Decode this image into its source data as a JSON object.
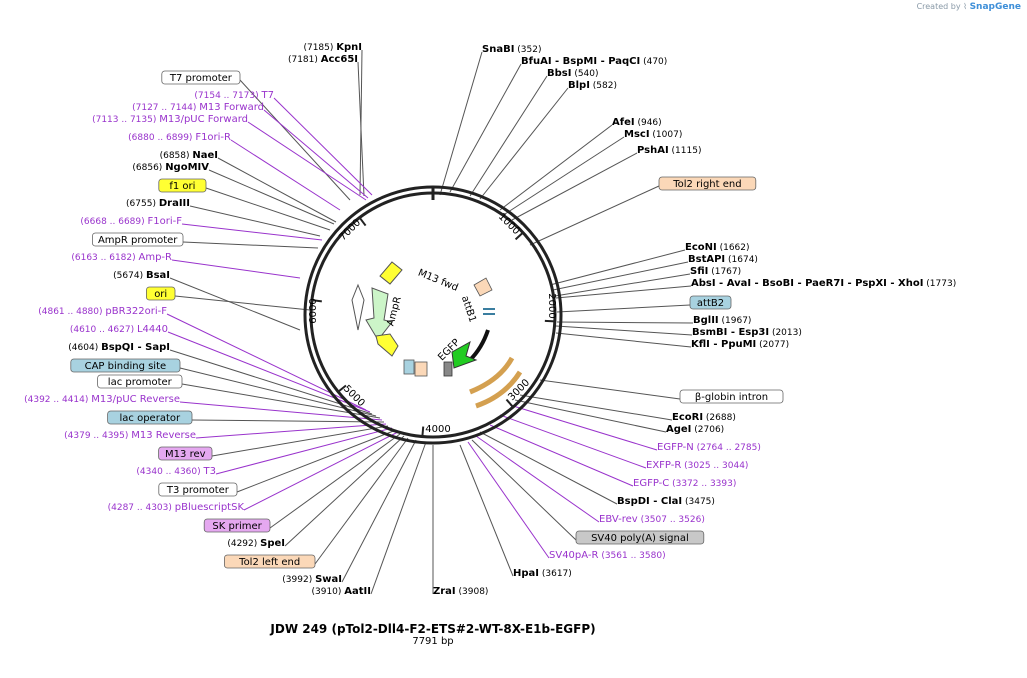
{
  "credit": {
    "prefix": "Created by",
    "brand": "SnapGene"
  },
  "plasmid": {
    "name": "JDW 249 (pTol2-Dll4-F2-ETS#2-WT-8X-E1b-EGFP)",
    "length": "7791 bp"
  },
  "ticks": [
    "1000",
    "2000",
    "3000",
    "4000",
    "5000",
    "6000",
    "7000"
  ],
  "inner_features": [
    "M13 fwd",
    "AmpR",
    "attB1",
    "EGFP"
  ],
  "colors": {
    "primer": "#9933cc",
    "backbone": "#222222",
    "yellow": "#ffff66",
    "blue": "#a8d2e0",
    "orange": "#fbd8b8",
    "purple": "#e5a8f0"
  },
  "right_labels": [
    {
      "kind": "enzyme",
      "name": "SnaBI",
      "pos": "(352)"
    },
    {
      "kind": "enzyme",
      "name": "BfuAI",
      "extra": [
        "BspMI",
        "PaqCI"
      ],
      "pos": "(470)"
    },
    {
      "kind": "enzyme",
      "name": "BbsI",
      "pos": "(540)"
    },
    {
      "kind": "enzyme",
      "name": "BlpI",
      "pos": "(582)"
    },
    {
      "kind": "enzyme",
      "name": "AfeI",
      "pos": "(946)"
    },
    {
      "kind": "enzyme",
      "name": "MscI",
      "pos": "(1007)"
    },
    {
      "kind": "enzyme",
      "name": "PshAI",
      "pos": "(1115)"
    },
    {
      "kind": "feature",
      "name": "Tol2 right end",
      "style": "orange"
    },
    {
      "kind": "enzyme",
      "name": "EcoNI",
      "pos": "(1662)"
    },
    {
      "kind": "enzyme",
      "name": "BstAPI",
      "pos": "(1674)"
    },
    {
      "kind": "enzyme",
      "name": "SfiI",
      "pos": "(1767)"
    },
    {
      "kind": "enzyme",
      "name": "AbsI",
      "extra": [
        "AvaI",
        "BsoBI",
        "PaeR7I",
        "PspXI",
        "XhoI"
      ],
      "pos": "(1773)"
    },
    {
      "kind": "feature",
      "name": "attB2",
      "style": "blue"
    },
    {
      "kind": "enzyme",
      "name": "BglII",
      "pos": "(1967)"
    },
    {
      "kind": "enzyme",
      "name": "BsmBI",
      "extra": [
        "Esp3I"
      ],
      "pos": "(2013)"
    },
    {
      "kind": "enzyme",
      "name": "KflI",
      "extra": [
        "PpuMI"
      ],
      "pos": "(2077)"
    },
    {
      "kind": "feature",
      "name": "β-globin intron",
      "style": "white"
    },
    {
      "kind": "enzyme",
      "name": "EcoRI",
      "pos": "(2688)"
    },
    {
      "kind": "enzyme",
      "name": "AgeI",
      "pos": "(2706)"
    },
    {
      "kind": "primer",
      "name": "EGFP-N",
      "pos": "(2764 .. 2785)"
    },
    {
      "kind": "primer",
      "name": "EXFP-R",
      "pos": "(3025 .. 3044)"
    },
    {
      "kind": "primer",
      "name": "EGFP-C",
      "pos": "(3372 .. 3393)"
    },
    {
      "kind": "enzyme",
      "name": "BspDI",
      "extra": [
        "ClaI"
      ],
      "pos": "(3475)"
    },
    {
      "kind": "primer",
      "name": "EBV-rev",
      "pos": "(3507 .. 3526)"
    },
    {
      "kind": "feature",
      "name": "SV40 poly(A) signal",
      "style": "gray"
    },
    {
      "kind": "primer",
      "name": "SV40pA-R",
      "pos": "(3561 .. 3580)"
    },
    {
      "kind": "enzyme",
      "name": "HpaI",
      "pos": "(3617)"
    },
    {
      "kind": "enzyme",
      "name": "ZraI",
      "pos": "(3908)"
    }
  ],
  "left_labels": [
    {
      "kind": "enzyme",
      "name": "KpnI",
      "pos": "(7185)"
    },
    {
      "kind": "enzyme",
      "name": "Acc65I",
      "pos": "(7181)"
    },
    {
      "kind": "feature",
      "name": "T7 promoter",
      "style": "white"
    },
    {
      "kind": "primer",
      "name": "T7",
      "pos": "(7154 .. 7173)"
    },
    {
      "kind": "primer",
      "name": "M13 Forward",
      "pos": "(7127 .. 7144)"
    },
    {
      "kind": "primer",
      "name": "M13/pUC Forward",
      "pos": "(7113 .. 7135)"
    },
    {
      "kind": "primer",
      "name": "F1ori-R",
      "pos": "(6880 .. 6899)"
    },
    {
      "kind": "enzyme",
      "name": "NaeI",
      "pos": "(6858)"
    },
    {
      "kind": "enzyme",
      "name": "NgoMIV",
      "pos": "(6856)"
    },
    {
      "kind": "feature",
      "name": "f1 ori",
      "style": "yellow"
    },
    {
      "kind": "enzyme",
      "name": "DraIII",
      "pos": "(6755)"
    },
    {
      "kind": "primer",
      "name": "F1ori-F",
      "pos": "(6668 .. 6689)"
    },
    {
      "kind": "feature",
      "name": "AmpR promoter",
      "style": "white"
    },
    {
      "kind": "primer",
      "name": "Amp-R",
      "pos": "(6163 .. 6182)"
    },
    {
      "kind": "enzyme",
      "name": "BsaI",
      "pos": "(5674)"
    },
    {
      "kind": "feature",
      "name": "ori",
      "style": "yellow"
    },
    {
      "kind": "primer",
      "name": "pBR322ori-F",
      "pos": "(4861 .. 4880)"
    },
    {
      "kind": "primer",
      "name": "L4440",
      "pos": "(4610 .. 4627)"
    },
    {
      "kind": "enzyme",
      "name": "BspQI",
      "extra": [
        "SapI"
      ],
      "pos": "(4604)"
    },
    {
      "kind": "feature",
      "name": "CAP binding site",
      "style": "blue"
    },
    {
      "kind": "feature",
      "name": "lac promoter",
      "style": "white"
    },
    {
      "kind": "primer",
      "name": "M13/pUC Reverse",
      "pos": "(4392 .. 4414)"
    },
    {
      "kind": "feature",
      "name": "lac operator",
      "style": "blue"
    },
    {
      "kind": "primer",
      "name": "M13 Reverse",
      "pos": "(4379 .. 4395)"
    },
    {
      "kind": "feature",
      "name": "M13 rev",
      "style": "purple"
    },
    {
      "kind": "primer",
      "name": "T3",
      "pos": "(4340 .. 4360)"
    },
    {
      "kind": "feature",
      "name": "T3 promoter",
      "style": "white"
    },
    {
      "kind": "primer",
      "name": "pBluescriptSK",
      "pos": "(4287 .. 4303)"
    },
    {
      "kind": "feature",
      "name": "SK primer",
      "style": "purple"
    },
    {
      "kind": "enzyme",
      "name": "SpeI",
      "pos": "(4292)"
    },
    {
      "kind": "feature",
      "name": "Tol2 left end",
      "style": "orange"
    },
    {
      "kind": "enzyme",
      "name": "SwaI",
      "pos": "(3992)"
    },
    {
      "kind": "enzyme",
      "name": "AatII",
      "pos": "(3910)"
    }
  ]
}
